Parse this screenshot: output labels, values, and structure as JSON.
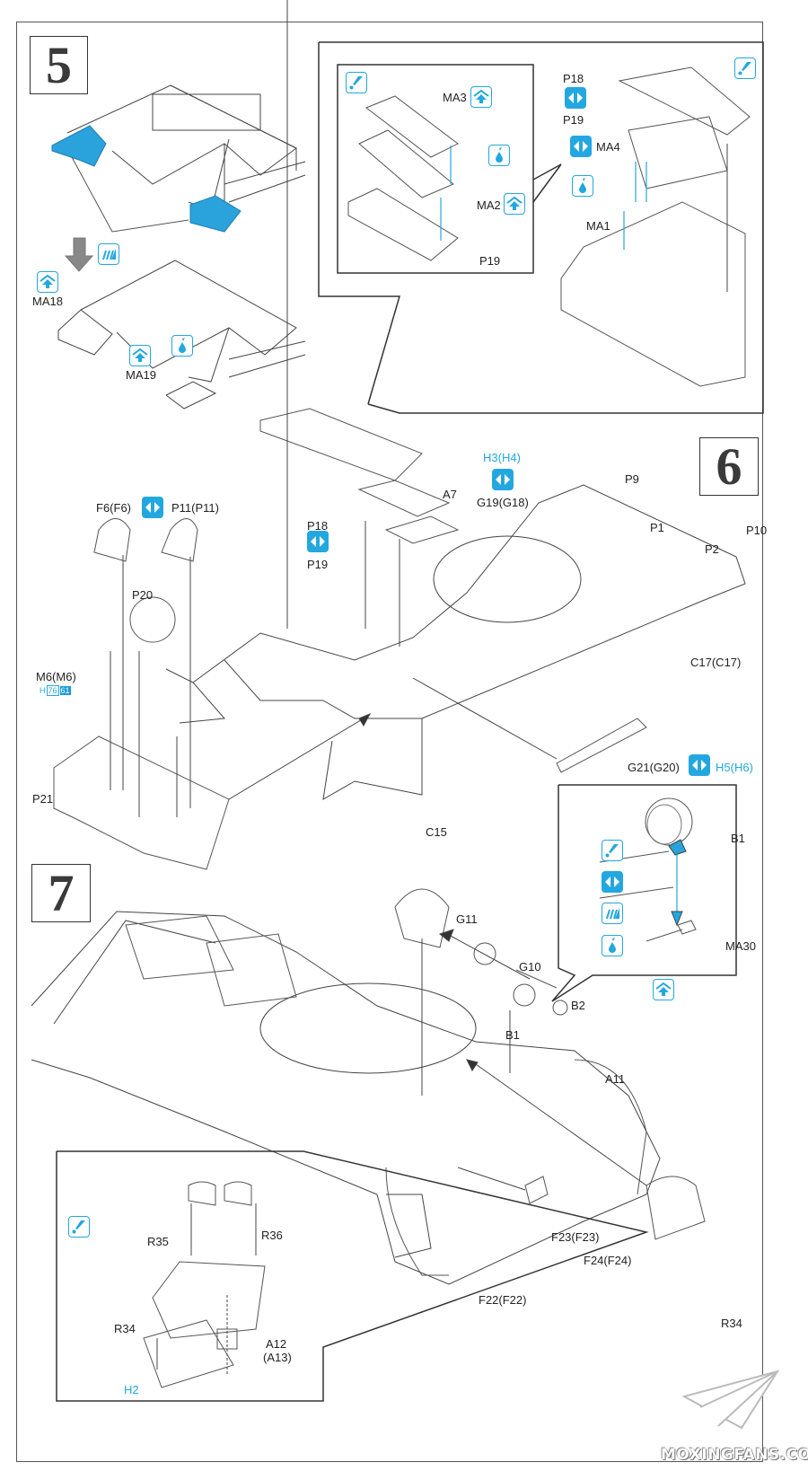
{
  "document": {
    "type": "model kit assembly instructions",
    "steps": [
      {
        "number": "5"
      },
      {
        "number": "6"
      },
      {
        "number": "7"
      }
    ],
    "step5": {
      "labels": {
        "ma18": "MA18",
        "ma19": "MA19"
      },
      "icons": [
        "bend-icon",
        "glue-icon",
        "cut-icon"
      ],
      "inset": {
        "labels": {
          "ma3": "MA3",
          "ma2": "MA2",
          "p19": "P19",
          "p18": "P18",
          "p19b": "P19",
          "ma4": "MA4",
          "ma1": "MA1"
        }
      }
    },
    "step6": {
      "labels": {
        "f6": "F6(F6)",
        "p11": "P11(P11)",
        "p18": "P18",
        "p19": "P19",
        "h3": "H3(H4)",
        "a7": "A7",
        "g19": "G19(G18)",
        "p9": "P9",
        "p1": "P1",
        "p2": "P2",
        "p10": "P10",
        "p20": "P20",
        "m6": "M6(M6)",
        "c17": "C17(C17)",
        "p21": "P21",
        "g21": "G21(G20)",
        "h5": "H5(H6)",
        "c15": "C15"
      },
      "paint_code": {
        "prefix": "H",
        "code1": "76",
        "code2": "61"
      }
    },
    "step7": {
      "labels": {
        "g11": "G11",
        "g10": "G10",
        "b2": "B2",
        "b1": "B1",
        "a11": "A11",
        "f23": "F23(F23)",
        "f24": "F24(F24)",
        "f22": "F22(F22)",
        "r34": "R34"
      },
      "inset_b1": {
        "labels": {
          "b1": "B1",
          "ma30": "MA30"
        },
        "icons": [
          "optional-icon",
          "choice-icon",
          "cut-icon",
          "glue-icon",
          "bend-icon"
        ]
      },
      "inset_r34": {
        "labels": {
          "r35": "R35",
          "r36": "R36",
          "r34": "R34",
          "a12": "A12",
          "a13": "(A13)",
          "h2": "H2"
        }
      }
    },
    "watermark": "MOXINGFANS.COM",
    "colors": {
      "accent": "#23a7e0",
      "highlight_part": "#2aa3dc",
      "line": "#333333"
    }
  }
}
